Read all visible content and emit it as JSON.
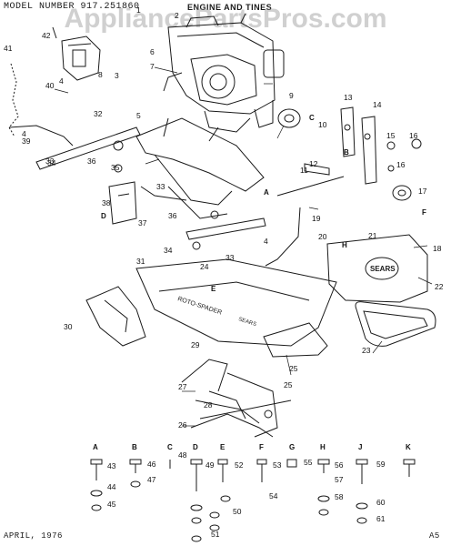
{
  "header": {
    "model_label": "MODEL NUMBER 917.251860",
    "title": "ENGINE AND TINES",
    "watermark": "AppliancePartsPros.com"
  },
  "footer": {
    "date": "APRIL, 1976",
    "page": "A5"
  },
  "callouts": [
    "1",
    "2",
    "3",
    "4",
    "4",
    "4",
    "5",
    "6",
    "7",
    "8",
    "9",
    "10",
    "11",
    "12",
    "13",
    "14",
    "15",
    "16",
    "16",
    "17",
    "18",
    "19",
    "20",
    "21",
    "22",
    "23",
    "24",
    "25",
    "25",
    "26",
    "27",
    "28",
    "29",
    "30",
    "31",
    "32",
    "33",
    "33",
    "33",
    "34",
    "34",
    "35",
    "36",
    "36",
    "37",
    "38",
    "39",
    "40",
    "41",
    "42",
    "43",
    "44",
    "45",
    "46",
    "47",
    "48",
    "49",
    "50",
    "51",
    "52",
    "53",
    "54",
    "55",
    "56",
    "57",
    "58",
    "59",
    "60",
    "61"
  ],
  "part_letters": [
    "A",
    "B",
    "C",
    "D",
    "E",
    "F",
    "G",
    "H",
    "J",
    "K"
  ],
  "diagram_labels": [
    "C",
    "B",
    "A",
    "H",
    "D",
    "F",
    "E"
  ],
  "colors": {
    "ink": "#1a1a1a",
    "paper": "#ffffff",
    "watermark": "#969696"
  }
}
